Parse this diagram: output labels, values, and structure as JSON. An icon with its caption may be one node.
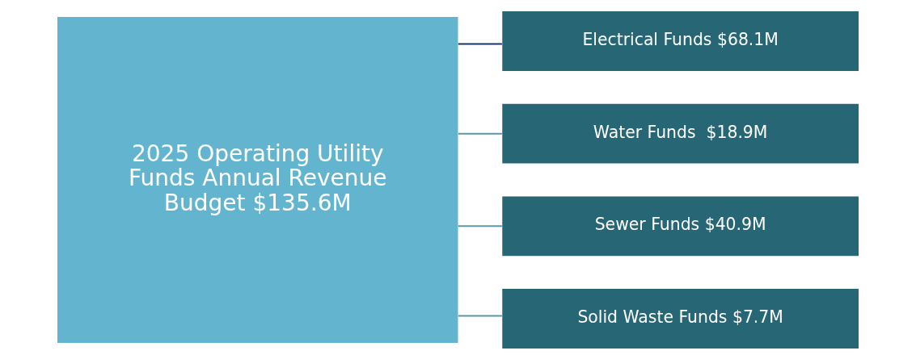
{
  "diagram": {
    "nodes": [
      {
        "text": [
          "2025 Operating Utility Funds Annual Revenue Budget $135.6M"
        ]
      },
      {
        "text": [
          "Electrical Funds $68.1M"
        ]
      },
      {
        "text": [
          "Water Funds  $18.9M"
        ]
      },
      {
        "text": [
          "Sewer Funds $40.9M"
        ]
      },
      {
        "text": [
          "Solid Waste Funds $7.7M"
        ]
      }
    ],
    "edges": [
      {
        "from": 0,
        "to": 1,
        "arrow": "none",
        "color": "#17375e"
      },
      {
        "from": 0,
        "to": 2,
        "arrow": "none"
      },
      {
        "from": 0,
        "to": 3,
        "arrow": "none"
      },
      {
        "from": 0,
        "to": 4,
        "arrow": "none"
      }
    ]
  }
}
